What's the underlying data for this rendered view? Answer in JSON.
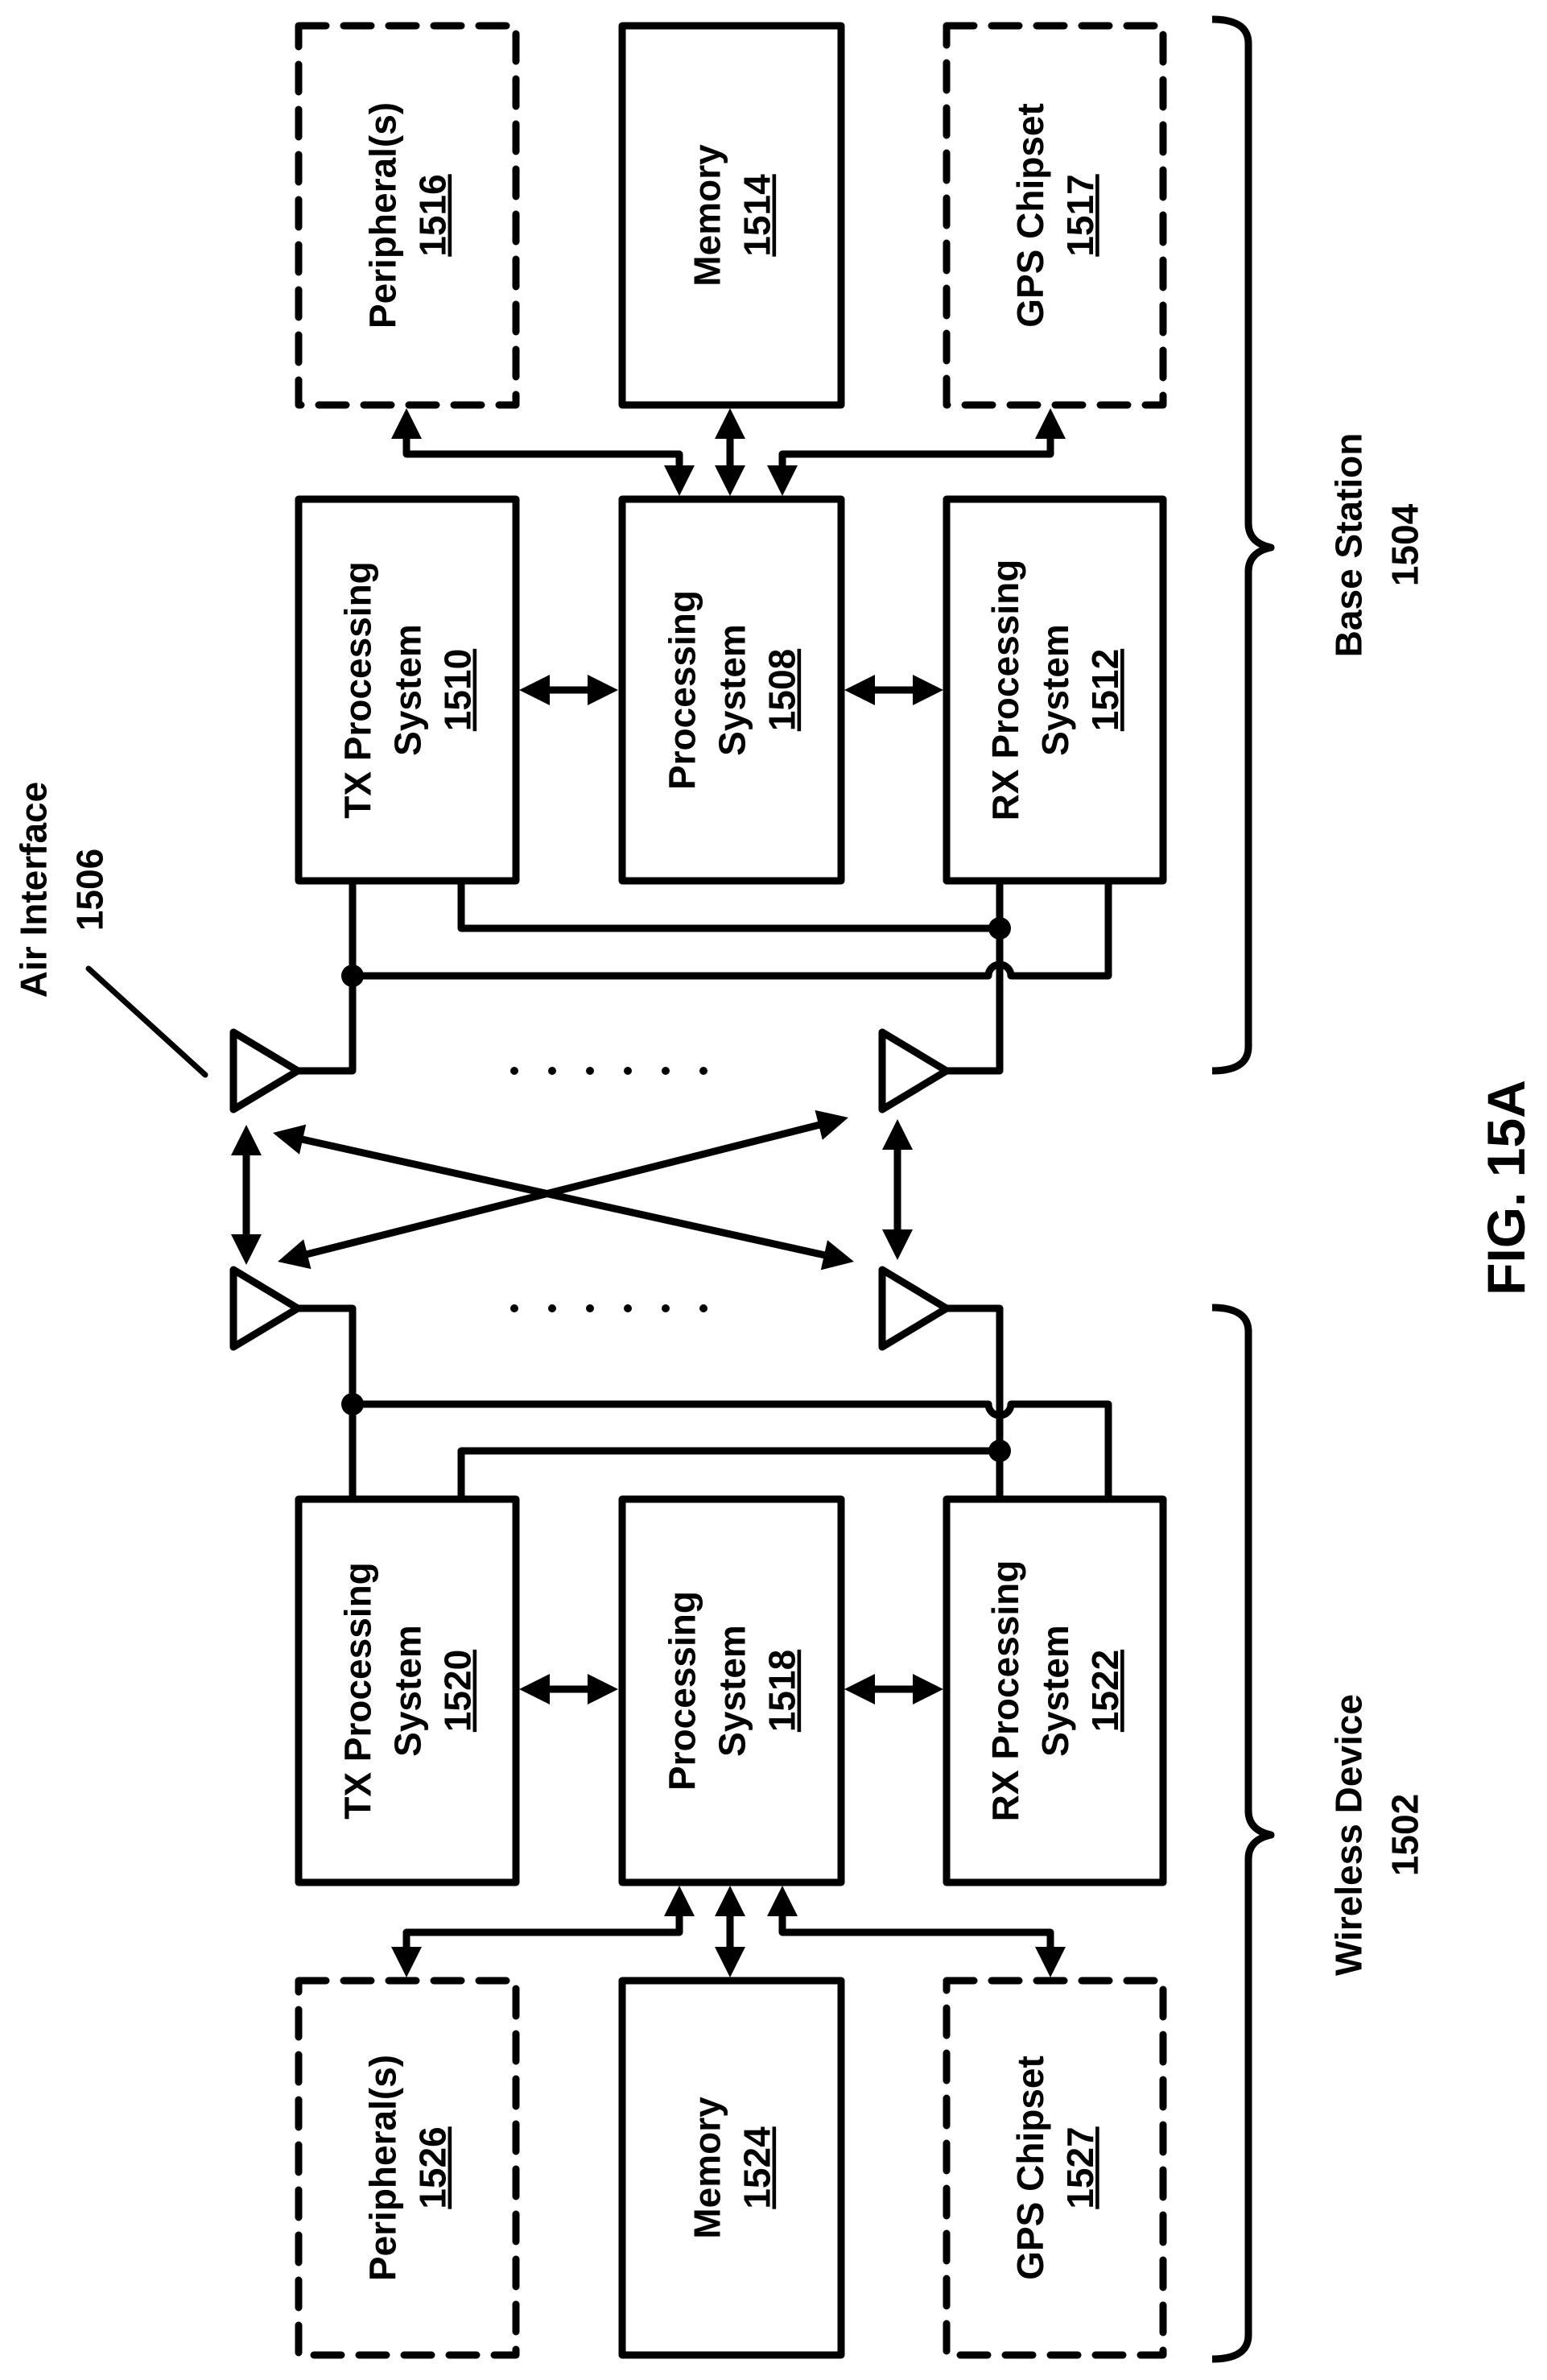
{
  "figure": {
    "title": "FIG. 15A",
    "air_interface": {
      "label": "Air Interface",
      "ref": "1506"
    },
    "base_station": {
      "label": "Base Station",
      "ref": "1504",
      "components": {
        "peripherals": {
          "label": "Peripheral(s)",
          "ref": "1516",
          "optional": true
        },
        "memory": {
          "label": "Memory",
          "ref": "1514",
          "optional": false
        },
        "gps": {
          "label": "GPS Chipset",
          "ref": "1517",
          "optional": true
        },
        "tx": {
          "label1": "TX Processing",
          "label2": "System",
          "ref": "1510"
        },
        "proc": {
          "label1": "Processing",
          "label2": "System",
          "ref": "1508"
        },
        "rx": {
          "label1": "RX Processing",
          "label2": "System",
          "ref": "1512"
        }
      }
    },
    "wireless_device": {
      "label": "Wireless Device",
      "ref": "1502",
      "components": {
        "peripherals": {
          "label": "Peripheral(s)",
          "ref": "1526",
          "optional": true
        },
        "memory": {
          "label": "Memory",
          "ref": "1524",
          "optional": false
        },
        "gps": {
          "label": "GPS Chipset",
          "ref": "1527",
          "optional": true
        },
        "tx": {
          "label1": "TX Processing",
          "label2": "System",
          "ref": "1520"
        },
        "proc": {
          "label1": "Processing",
          "label2": "System",
          "ref": "1518"
        },
        "rx": {
          "label1": "RX Processing",
          "label2": "System",
          "ref": "1522"
        }
      }
    },
    "ellipsis": "· · · · · ·"
  }
}
